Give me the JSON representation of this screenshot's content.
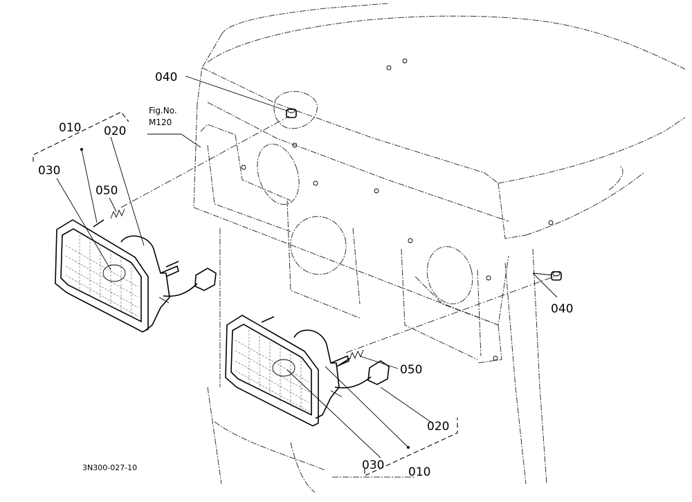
{
  "labels": {
    "top_left_010": "010",
    "top_left_020": "020",
    "top_left_030": "030",
    "top_left_050": "050",
    "top_040": "040",
    "fig_ref_line1": "Fig.No.",
    "fig_ref_line2": "M120",
    "right_040": "040",
    "bottom_050": "050",
    "bottom_020": "020",
    "bottom_030": "030",
    "bottom_010": "010"
  },
  "drawing_code": "3N300-027-10"
}
